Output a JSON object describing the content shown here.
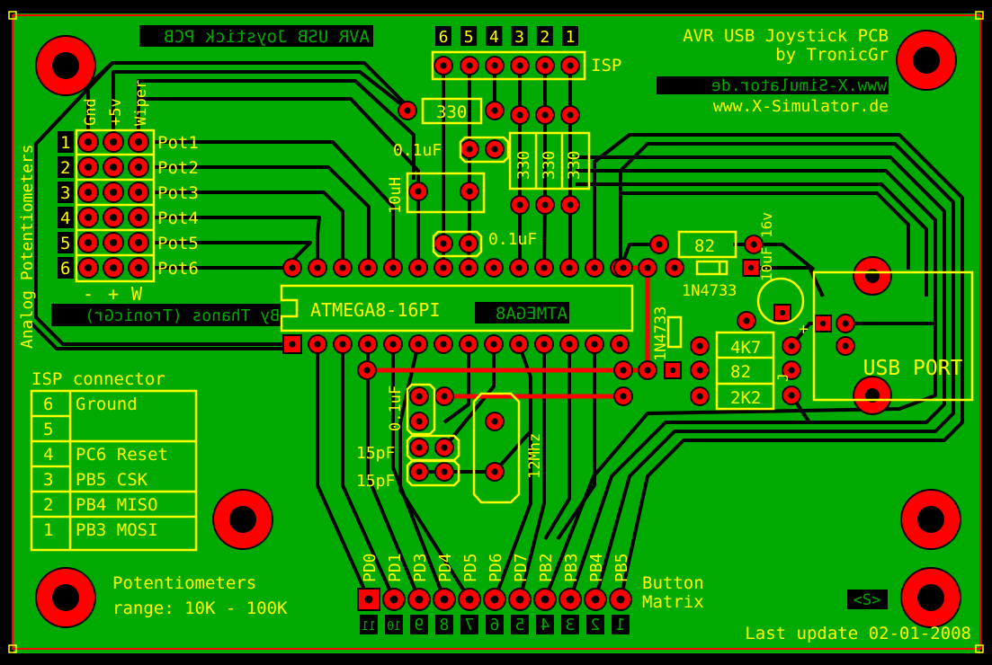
{
  "title": "AVR USB Joystick PCB",
  "author": "by TronicGr",
  "mirrored_title": "AVR USB Joystick PCB",
  "mirrored_author": "By Thanos (TronicGr)",
  "website": "www.X-Simulator.de",
  "website_mirrored": "www.X-Simulator.de",
  "side_label": "Analog Potentiometers",
  "pot_header": {
    "column_labels": [
      "Gnd",
      "+5v",
      "Wiper"
    ],
    "bottom_labels": [
      "-",
      "+",
      "W"
    ],
    "rows": [
      {
        "num": "1",
        "label": "Pot1"
      },
      {
        "num": "2",
        "label": "Pot2"
      },
      {
        "num": "3",
        "label": "Pot3"
      },
      {
        "num": "4",
        "label": "Pot4"
      },
      {
        "num": "5",
        "label": "Pot5"
      },
      {
        "num": "6",
        "label": "Pot6"
      }
    ]
  },
  "isp": {
    "label": "ISP",
    "pin_numbers": [
      "6",
      "5",
      "4",
      "3",
      "2",
      "1"
    ]
  },
  "isp_table": {
    "title": "ISP connector",
    "rows": [
      {
        "pin": "6",
        "signal": "Ground"
      },
      {
        "pin": "5",
        "signal": ""
      },
      {
        "pin": "4",
        "signal": "PC6 Reset"
      },
      {
        "pin": "3",
        "signal": "PB5 CSK"
      },
      {
        "pin": "2",
        "signal": "PB4 MISO"
      },
      {
        "pin": "1",
        "signal": "PB3 MOSI"
      }
    ]
  },
  "chip": {
    "label": "ATMEGA8-16PI",
    "mirrored": "ATMEGA8"
  },
  "components": {
    "r_isp": "330",
    "c1": "0.1uF",
    "l1": "10uH",
    "r_pullups": [
      "330",
      "330",
      "330"
    ],
    "c2": "0.1uF",
    "c3": "0.1uF",
    "c4": "15pF",
    "c5": "15pF",
    "crystal": "12Mhz",
    "r82_top": "82",
    "diode1": "1N4733",
    "diode2": "1N4733",
    "cap_usb": "10uF 16v",
    "r_stack": [
      "4K7",
      "82",
      "2K2"
    ],
    "usb_plus": "+",
    "j_label": "J"
  },
  "usb_port": "USB PORT",
  "pot_note": [
    "Potentiometers",
    "range: 10K - 100K"
  ],
  "button_matrix": {
    "label": [
      "Button",
      "Matrix"
    ],
    "pins": [
      "PD0",
      "PD1",
      "PD3",
      "PD4",
      "PD5",
      "PD6",
      "PD7",
      "PB2",
      "PB3",
      "PB4",
      "PB5"
    ],
    "numbers": [
      "11",
      "10",
      "9",
      "8",
      "7",
      "6",
      "5",
      "4",
      "3",
      "2",
      "1"
    ]
  },
  "version_tag": "<S>",
  "last_update": "Last update 02-01-2008",
  "colors": {
    "board": "#00aa00",
    "copper": "#ff0000",
    "silk": "#ffff00",
    "background": "#000000"
  }
}
